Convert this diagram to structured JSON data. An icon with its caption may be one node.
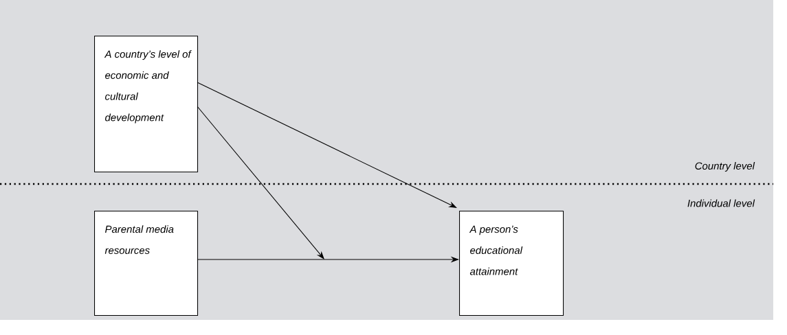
{
  "diagram": {
    "nodes": [
      {
        "text": [
          "A country’s level of economic and cultural development"
        ]
      },
      {
        "text": [
          "Parental media resources"
        ]
      },
      {
        "text": [
          "A person’s educational attainment"
        ]
      }
    ],
    "edges": [
      {
        "from": 0,
        "to": 2,
        "arrow": "to"
      },
      {
        "from": 0,
        "to": null,
        "arrow": "to"
      },
      {
        "from": 1,
        "to": 2,
        "arrow": "to"
      }
    ],
    "labels": [
      "Country level",
      "Individual level"
    ]
  }
}
